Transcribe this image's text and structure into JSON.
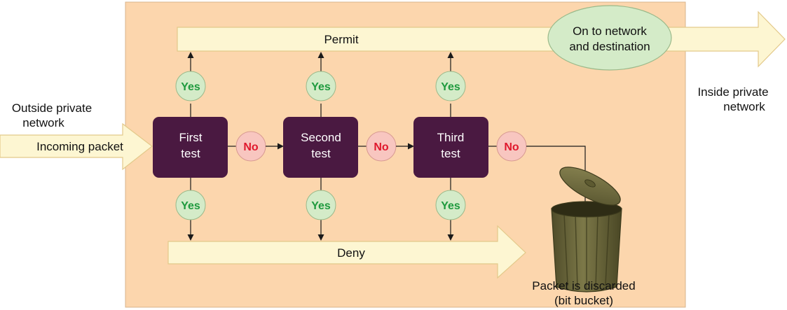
{
  "labels": {
    "outside_line1": "Outside private",
    "outside_line2": "network",
    "incoming": "Incoming packet",
    "permit": "Permit",
    "deny": "Deny",
    "inside_line1": "Inside private",
    "inside_line2": "network",
    "onto_line1": "On to network",
    "onto_line2": "and destination",
    "discard_line1": "Packet is discarded",
    "discard_line2": "(bit bucket)"
  },
  "tests": [
    {
      "line1": "First",
      "line2": "test"
    },
    {
      "line1": "Second",
      "line2": "test"
    },
    {
      "line1": "Third",
      "line2": "test"
    }
  ],
  "yes_label": "Yes",
  "no_label": "No",
  "colors": {
    "panel": "#fcd6ad",
    "panel_border": "#d9b48c",
    "arrow_fill": "#fdf6d2",
    "arrow_border": "#e3c98a",
    "test_box": "#4a1941",
    "yes_circle": "#d4ebc8",
    "yes_text": "#1f9a3e",
    "no_circle": "#f8c6c0",
    "no_text": "#e0182d",
    "ellipse": "#d4ebc8",
    "bin": "#6e6a3c"
  }
}
